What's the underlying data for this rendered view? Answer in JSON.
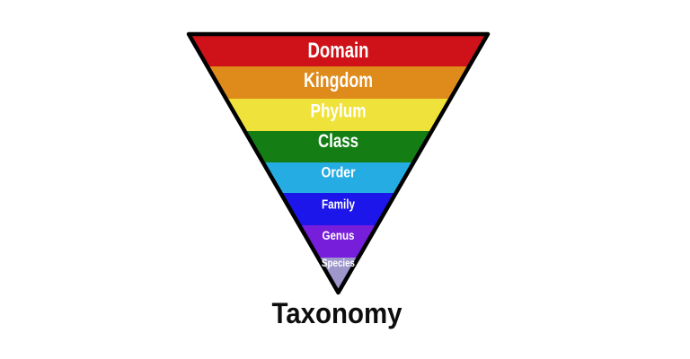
{
  "diagram": {
    "type": "inverted-pyramid",
    "title": "Taxonomy",
    "title_color": "#0d0d0d",
    "background_color": "#ffffff",
    "outline_color": "#000000",
    "label_color": "#ffffff",
    "levels": [
      {
        "label": "Domain",
        "color": "#cf1219"
      },
      {
        "label": "Kingdom",
        "color": "#df8b1c"
      },
      {
        "label": "Phylum",
        "color": "#efe23a"
      },
      {
        "label": "Class",
        "color": "#147e15"
      },
      {
        "label": "Order",
        "color": "#25ace3"
      },
      {
        "label": "Family",
        "color": "#1c16ea"
      },
      {
        "label": "Genus",
        "color": "#771edb"
      },
      {
        "label": "Species",
        "color": "#9d97cc"
      }
    ]
  }
}
